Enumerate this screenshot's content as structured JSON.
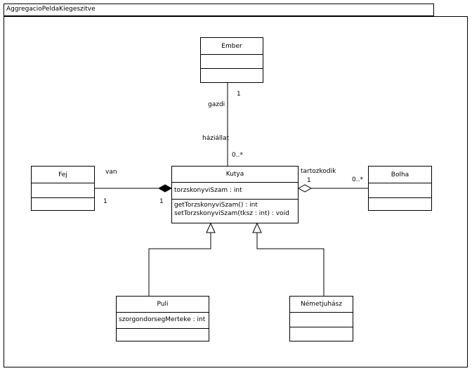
{
  "package": {
    "name": "AggregacioPeldaKiegeszitve"
  },
  "classes": {
    "ember": {
      "name": "Ember",
      "attributes": [],
      "operations": []
    },
    "fej": {
      "name": "Fej",
      "attributes": [],
      "operations": []
    },
    "kutya": {
      "name": "Kutya",
      "attributes": [
        "torzskonyviSzam : int"
      ],
      "operations": [
        "getTorzskonyviSzam() : int",
        "setTorzskonyviSzam(tksz : int) : void"
      ]
    },
    "bolha": {
      "name": "Bolha",
      "attributes": [],
      "operations": []
    },
    "puli": {
      "name": "Puli",
      "attributes": [
        "szorgondorsegMerteke : int"
      ],
      "operations": []
    },
    "nemetjuhasz": {
      "name": "Németjuhász",
      "attributes": [],
      "operations": []
    }
  },
  "associations": {
    "ember_kutya": {
      "role_top": "gazdi",
      "mult_top": "1",
      "role_bottom": "háziállat",
      "mult_bottom": "0..*"
    },
    "fej_kutya": {
      "name": "van",
      "mult_left": "1",
      "mult_right": "1"
    },
    "kutya_bolha": {
      "name": "tartozkodik",
      "mult_left": "1",
      "mult_right": "0..*"
    }
  }
}
